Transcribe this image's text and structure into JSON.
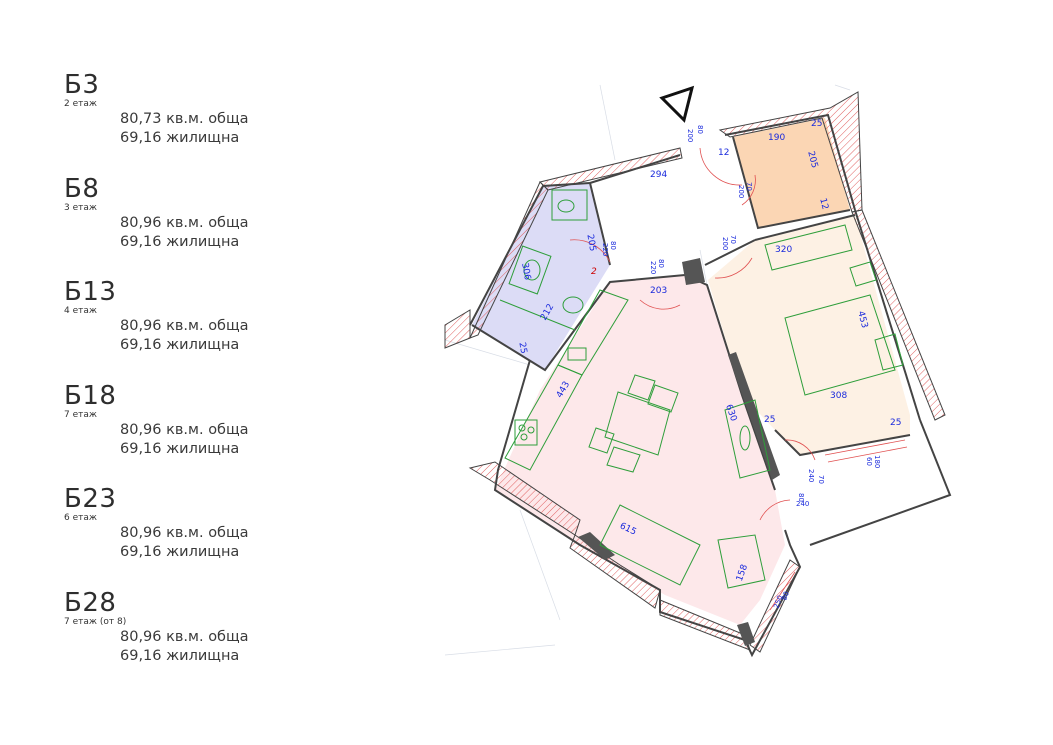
{
  "units": [
    {
      "code": "Б3",
      "floor": "2 етаж",
      "total": "80,73 кв.м. обща",
      "living": "69,16 жилищна"
    },
    {
      "code": "Б8",
      "floor": "3 етаж",
      "total": "80,96 кв.м. обща",
      "living": "69,16 жилищна"
    },
    {
      "code": "Б13",
      "floor": "4 етаж",
      "total": "80,96 кв.м. обща",
      "living": "69,16 жилищна"
    },
    {
      "code": "Б18",
      "floor": "7 етаж",
      "total": "80,96 кв.м. обща",
      "living": "69,16 жилищна"
    },
    {
      "code": "Б23",
      "floor": "6 етаж",
      "total": "80,96 кв.м. обща",
      "living": "69,16 жилищна"
    },
    {
      "code": "Б28",
      "floor": "7 етаж (от 8)",
      "total": "80,96 кв.м. обща",
      "living": "69,16 жилищна"
    }
  ],
  "plan": {
    "colors": {
      "bathroom": "#dcdcf6",
      "living": "#fde8ea",
      "bedroom": "#fdf1e4",
      "storage": "#fbd6b4",
      "wall": "#444444",
      "hatch": "#e06060",
      "furniture": "#2e9e3a",
      "dimension": "#1a2adc",
      "door": "#e05050"
    },
    "dimensions": {
      "hall_width": "294",
      "bath_door": "205",
      "bath_length": "306",
      "bath_diag": "212",
      "bath_wall": "25",
      "kitchen_door": "203",
      "kitchen_len": "443",
      "sofa_len": "615",
      "armchair": "158",
      "living_wall": "630",
      "bed_top": "320",
      "bed_side": "453",
      "bed_bottom": "308",
      "bed_wall_left": "25",
      "bed_wall_right": "25",
      "store_w": "190",
      "store_h": "205",
      "store_wall_t": "25",
      "store_wall_r": "12",
      "store_wall_l": "12",
      "door_a": "80",
      "door_b": "200",
      "door_c": "70",
      "door_d": "200",
      "door_e": "80",
      "door_f": "220",
      "door_g": "80",
      "door_h": "220",
      "door_i": "70",
      "door_j": "200",
      "door_k": "70",
      "door_l": "240",
      "door_m": "80",
      "door_n": "240",
      "door_o": "180",
      "door_p": "60",
      "door_q": "80",
      "door_r": "250"
    },
    "room_number": "2",
    "icons": [
      "north-triangle-icon",
      "toilet-icon",
      "sink-icon",
      "shower-icon",
      "bed-icon",
      "stove-icon",
      "table-icon",
      "sofa-icon",
      "armchair-icon"
    ]
  }
}
